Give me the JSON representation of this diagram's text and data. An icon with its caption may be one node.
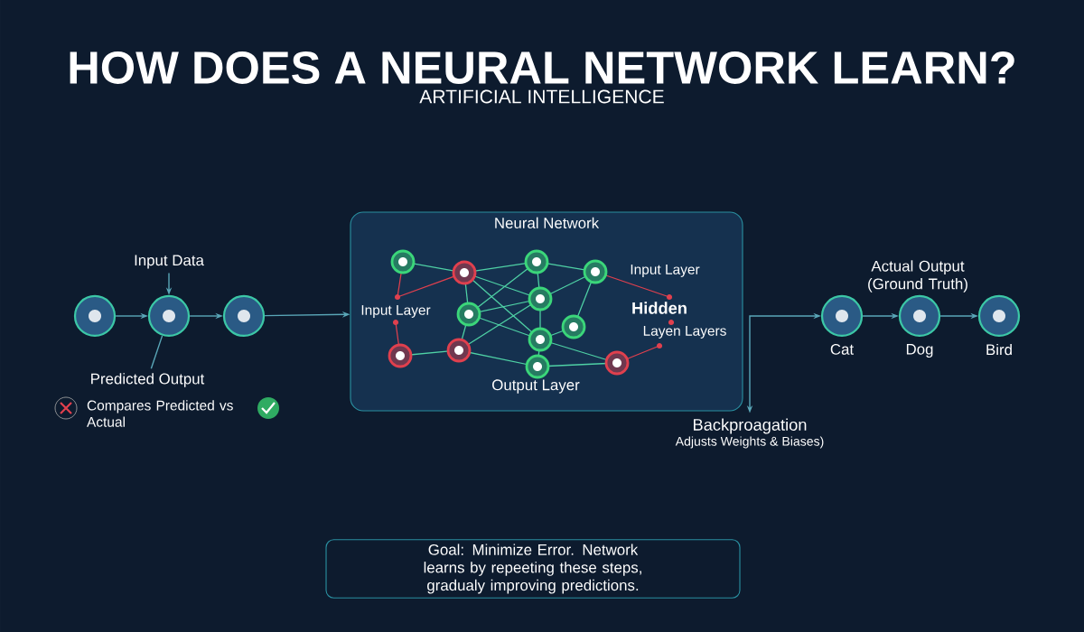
{
  "diagram": {
    "title": "HOW DOES A NEURAL NETWORK LEARN?",
    "nodes": [
      {
        "text": [
          "Input Data"
        ]
      },
      {
        "text": [],
        "shape": "circle"
      },
      {
        "text": [],
        "shape": "circle"
      },
      {
        "text": [],
        "shape": "circle"
      },
      {
        "text": [
          "Predicted Output"
        ]
      },
      {
        "text": [
          "Neural Network"
        ]
      },
      {
        "text": [],
        "shape": "circle",
        "beside": [
          "Cat"
        ]
      },
      {
        "text": [],
        "shape": "circle",
        "beside": [
          "Dog"
        ]
      },
      {
        "text": [],
        "shape": "circle",
        "beside": [
          "Bird"
        ]
      },
      {
        "text": [
          "Backproagation",
          "Adjusts Weights & Biases)"
        ]
      },
      {
        "text": [
          "Goal: Minimize Error. Network learns by repeeting these steps, gradualy improving predictions."
        ]
      }
    ],
    "edges": [
      {
        "from": 0,
        "to": 2,
        "arrow": "to"
      },
      {
        "from": 1,
        "to": 2,
        "arrow": "to"
      },
      {
        "from": 2,
        "to": 3,
        "arrow": "to"
      },
      {
        "from": 2,
        "to": 4,
        "arrow": "none"
      },
      {
        "from": 3,
        "to": 5,
        "arrow": "to"
      },
      {
        "from": 9,
        "to": 6,
        "arrow": "both"
      },
      {
        "from": 6,
        "to": 7,
        "arrow": "to"
      },
      {
        "from": 7,
        "to": 8,
        "arrow": "to"
      }
    ],
    "labels": [
      "ARTIFICIAL INTELLIGENCE",
      "Input Layer",
      "Input Layer",
      "Hidden",
      "Layen Layers",
      "Output Layer",
      "Actual Output (Ground Truth)",
      "Compares Predicted vs Actual"
    ]
  }
}
